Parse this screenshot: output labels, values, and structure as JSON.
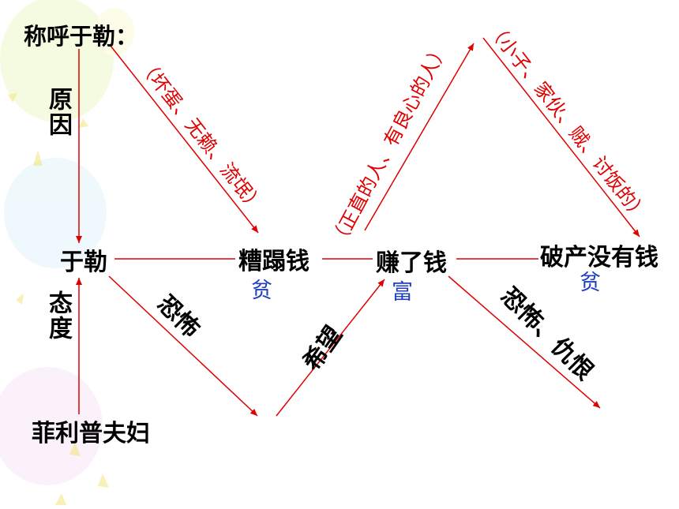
{
  "title": "称呼于勒：",
  "left": {
    "reason": "原因",
    "attitude": "态度"
  },
  "nodes": {
    "yule": "于勒",
    "zaota": "糟蹋钱",
    "zhuan": "赚了钱",
    "pochan": "破产没有钱",
    "philippe": "菲利普夫妇"
  },
  "status": {
    "zaota": "贫",
    "zhuan": "富",
    "pochan": "贫"
  },
  "names": {
    "bad": "（坏蛋、无赖、流氓）",
    "good": "（正直的人、有良心的人）",
    "insult": "（小子、家伙、贼、讨饭的）"
  },
  "emotions": {
    "fear": "恐怖",
    "hope": "希望",
    "fear_hate": "恐怖、仇恨"
  },
  "colors": {
    "arrow": "#e00000",
    "status": "#1f3fbf",
    "text": "#000000"
  }
}
